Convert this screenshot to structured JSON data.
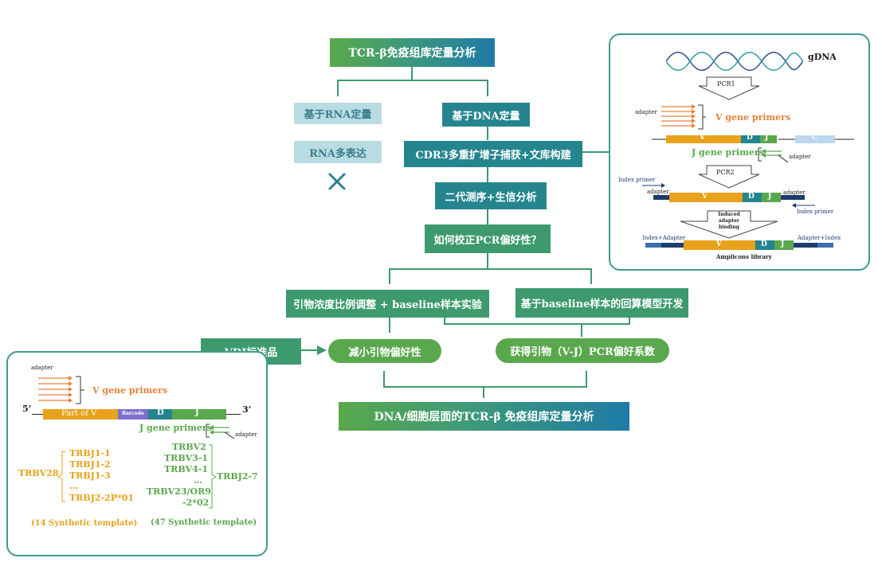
{
  "title": "TCR-β免疫组库定量分析",
  "rna_branch": {
    "quant": "基于RNA定量",
    "expr": "RNA多表达",
    "reject_mark": "✕"
  },
  "dna_branch": {
    "quant": "基于DNA定量",
    "step1": "CDR3多重扩增子捕获+文库构建",
    "step2": "二代测序+生信分析",
    "question": "如何校正PCR偏好性？"
  },
  "approaches": {
    "left": "引物浓度比例调整 + baseline样本实验",
    "right": "基于baseline样本的回算模型开发"
  },
  "vdj_standard": "VDJ标准品",
  "outcomes": {
    "reduce": "减小引物偏好性",
    "coef": "获得引物（V-J）PCR偏好系数"
  },
  "final": "DNA/细胞层面的TCR-β 免疫组库定量分析",
  "gdna_panel": {
    "gdna": "gDNA",
    "pcr1": "PCR1",
    "pcr2": "PCR2",
    "adapter": "adapter",
    "v_primers": "V gene primers",
    "j_primers": "J gene primers",
    "seg_v": "V",
    "seg_d": "D",
    "seg_j": "J",
    "seg_c": "C",
    "index_primer": "Index primer",
    "induced": "Induced adapter binding",
    "index_adapter": "Index+Adapter",
    "adapter_index": "Adapter+Index",
    "amplicons": "Amplicons library"
  },
  "vdj_panel": {
    "adapter": "adapter",
    "v_primers": "V gene primers",
    "j_primers": "J gene primers",
    "five": "5’",
    "three": "3’",
    "part_v": "Part of V",
    "barcode": "Barcode",
    "seg_d": "D",
    "seg_j": "J",
    "trbv28": "TRBV28",
    "trbj_list": [
      "TRBJ1-1",
      "TRBJ1-2",
      "TRBJ1-3",
      "…",
      "TRBJ2-2P*01"
    ],
    "trbv_list": [
      "TRBV2",
      "TRBV3-1",
      "TRBV4-1",
      "…",
      "TRBV23/OR9",
      "-2*02"
    ],
    "trbj27": "TRBJ2-7",
    "syn14": "(14 Synthetic template)",
    "syn47": "(47 Synthetic template)"
  },
  "colors": {
    "teal": "#25858f",
    "green": "#3d9a6e",
    "light": "#b9dce3",
    "orange": "#e8a21b",
    "jgreen": "#5aa84d",
    "navy": "#1f3b6e",
    "cblue": "#bcd6ef",
    "purple": "#7b6fd0"
  }
}
